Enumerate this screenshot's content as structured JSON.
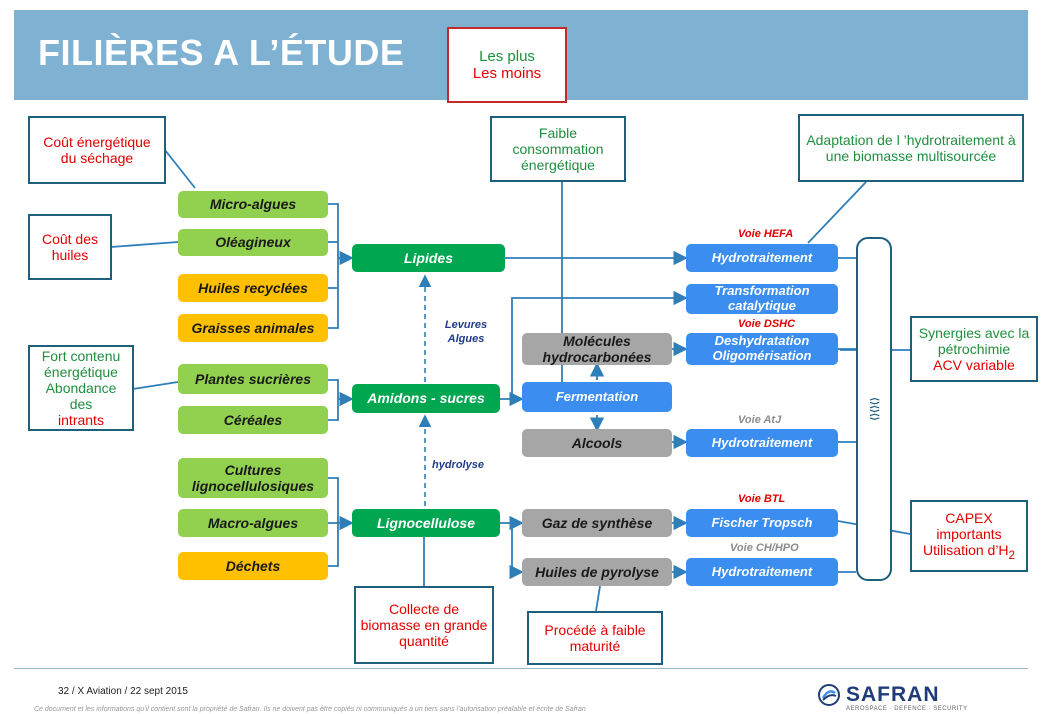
{
  "header": {
    "title": "FILIÈRES A L’ÉTUDE"
  },
  "legend": {
    "plus": "Les plus",
    "moins": "Les moins"
  },
  "notes": {
    "sechage": "Coût énergétique du séchage",
    "huiles": "Coût des huiles",
    "fort_contenu_green": "Fort contenu énergétique Abondance des",
    "fort_contenu_red": "intrants",
    "faible_conso": "Faible consommation énergétique",
    "adaptation": "Adaptation de l ’hydrotraitement à une biomasse multisourcée",
    "synergies": "Synergies avec la pétrochimie",
    "acv": "ACV variable",
    "capex_1": "CAPEX importants Utilisation d’H",
    "capex_sub": "2",
    "collecte": "Collecte de biomasse en grande quantité",
    "procede": "Procédé à faible maturité"
  },
  "sources": {
    "micro_algues": "Micro-algues",
    "oleagineux": "Oléagineux",
    "huiles_recyclees": "Huiles recyclées",
    "graisses": "Graisses animales",
    "plantes_sucrieres": "Plantes sucrières",
    "cereales": "Céréales",
    "cultures": "Cultures lignocellulosiques",
    "macro_algues": "Macro-algues",
    "dechets": "Déchets"
  },
  "intermediates": {
    "lipides": "Lipides",
    "amidons": "Amidons - sucres",
    "lignocellulose": "Lignocellulose"
  },
  "gray": {
    "molecules": "Molécules hydrocarbonées",
    "alcools": "Alcools",
    "gaz": "Gaz de synthèse",
    "huiles_pyrolyse": "Huiles de pyrolyse"
  },
  "processes": {
    "hydro1": "Hydrotraitement",
    "transformation": "Transformation catalytique",
    "deshydratation": "Deshydratation Oligomérisation",
    "fermentation": "Fermentation",
    "hydro2": "Hydrotraitement",
    "fischer": "Fischer Tropsch",
    "hydro3": "Hydrotraitement"
  },
  "voies": {
    "hefa": "Voie HEFA",
    "dshc": "Voie DSHC",
    "atj": "Voie AtJ",
    "btl": "Voie BTL",
    "chhpo": "Voie CH/HPO"
  },
  "labels": {
    "levures": "Levures Algues",
    "hydrolyse": "hydrolyse"
  },
  "footer": {
    "page": "32 /  X Aviation  / 22 sept 2015",
    "disclaimer": "Ce document et les informations qu’il contient sont la propriété de Safran. Ils ne doivent pas être copiés ni communiqués à un tiers sans l’autorisation préalable et écrite de Safran",
    "logo": "SAFRAN",
    "logo_tag": "AEROSPACE · DEFENCE · SECURITY"
  },
  "colors": {
    "header": "#7fb1d3",
    "light_green": "#92d050",
    "orange": "#ffc000",
    "dark_green": "#00a650",
    "gray": "#a6a6a6",
    "blue": "#3b8ef0",
    "connector": "#2e7fb8"
  }
}
